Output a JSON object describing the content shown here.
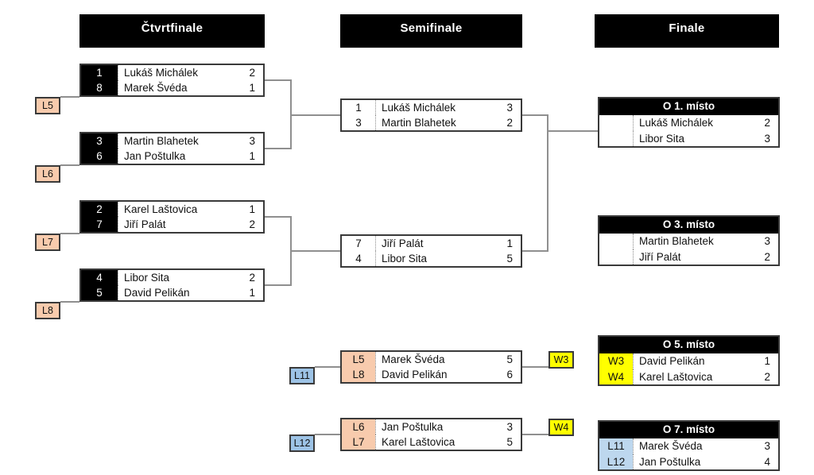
{
  "headers": {
    "quarterfinal": "Čtvrtfinale",
    "semifinal": "Semifinale",
    "final": "Finale"
  },
  "quarterfinals": [
    {
      "loser": "L5",
      "top": {
        "seed": "1",
        "name": "Lukáš Michálek",
        "score": "2"
      },
      "bottom": {
        "seed": "8",
        "name": "Marek Švéda",
        "score": "1"
      }
    },
    {
      "loser": "L6",
      "top": {
        "seed": "3",
        "name": "Martin Blahetek",
        "score": "3"
      },
      "bottom": {
        "seed": "6",
        "name": "Jan Poštulka",
        "score": "1"
      }
    },
    {
      "loser": "L7",
      "top": {
        "seed": "2",
        "name": "Karel Laštovica",
        "score": "1"
      },
      "bottom": {
        "seed": "7",
        "name": "Jiří Palát",
        "score": "2"
      }
    },
    {
      "loser": "L8",
      "top": {
        "seed": "4",
        "name": "Libor Sita",
        "score": "2"
      },
      "bottom": {
        "seed": "5",
        "name": "David Pelikán",
        "score": "1"
      }
    }
  ],
  "semifinals": [
    {
      "top": {
        "seed": "1",
        "name": "Lukáš Michálek",
        "score": "3"
      },
      "bottom": {
        "seed": "3",
        "name": "Martin Blahetek",
        "score": "2"
      }
    },
    {
      "top": {
        "seed": "7",
        "name": "Jiří Palát",
        "score": "1"
      },
      "bottom": {
        "seed": "4",
        "name": "Libor Sita",
        "score": "5"
      }
    }
  ],
  "consolations": [
    {
      "left_label": "L11",
      "right_label": "W3",
      "top": {
        "seed": "L5",
        "name": "Marek Švéda",
        "score": "5"
      },
      "bottom": {
        "seed": "L8",
        "name": "David Pelikán",
        "score": "6"
      }
    },
    {
      "left_label": "L12",
      "right_label": "W4",
      "top": {
        "seed": "L6",
        "name": "Jan Poštulka",
        "score": "3"
      },
      "bottom": {
        "seed": "L7",
        "name": "Karel Laštovica",
        "score": "5"
      }
    }
  ],
  "finals": [
    {
      "title": "O 1. místo",
      "top": {
        "seed": "",
        "name": "Lukáš Michálek",
        "score": "2"
      },
      "bottom": {
        "seed": "",
        "name": "Libor Sita",
        "score": "3"
      }
    },
    {
      "title": "O 3. místo",
      "top": {
        "seed": "",
        "name": "Martin Blahetek",
        "score": "3"
      },
      "bottom": {
        "seed": "",
        "name": "Jiří Palát",
        "score": "2"
      }
    },
    {
      "title": "O 5. místo",
      "top": {
        "seed": "W3",
        "name": "David Pelikán",
        "score": "1"
      },
      "bottom": {
        "seed": "W4",
        "name": "Karel Laštovica",
        "score": "2"
      }
    },
    {
      "title": "O 7. místo",
      "top": {
        "seed": "L11",
        "name": "Marek Švéda",
        "score": "3"
      },
      "bottom": {
        "seed": "L12",
        "name": "Jan Poštulka",
        "score": "4"
      }
    }
  ],
  "colors": {
    "header_bg": "#000000",
    "header_text": "#ffffff",
    "loser_tag_bg": "#f8cbad",
    "consolation_seed_bg": "#f8cbad",
    "side_tag_blue_bg": "#9dc3e6",
    "winner_tag_bg": "#ffff00",
    "final5_seed_bg": "#ffff00",
    "final7_seed_bg": "#bdd7ee",
    "connector": "#8f8f8f",
    "box_border": "#3a3a3a"
  }
}
